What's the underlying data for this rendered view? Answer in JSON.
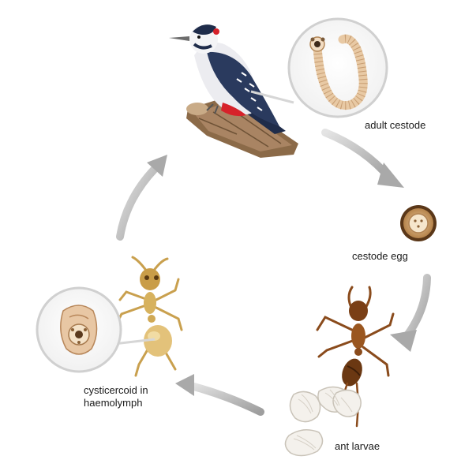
{
  "labels": {
    "adult_cestode": "adult cestode",
    "cestode_egg": "cestode egg",
    "ant_larvae": "ant larvae",
    "cysticercoid_line1": "cysticercoid in",
    "cysticercoid_line2": "haemolymph"
  },
  "stages": [
    {
      "name": "woodpecker-host",
      "icon": "woodpecker-icon"
    },
    {
      "name": "adult-cestode",
      "icon": "tapeworm-icon"
    },
    {
      "name": "cestode-egg",
      "icon": "egg-icon"
    },
    {
      "name": "ant-larvae",
      "icon": "ant-larvae-icon"
    },
    {
      "name": "cysticercoid",
      "icon": "cysticercoid-icon"
    }
  ],
  "colors": {
    "arrow": "#bdbdbd",
    "bird_blue": "#2a3a5e",
    "bird_red": "#d6222a",
    "ant_brown": "#8a4b1c",
    "ant_yellow": "#d7b25e",
    "cestode": "#e8c9a4"
  }
}
